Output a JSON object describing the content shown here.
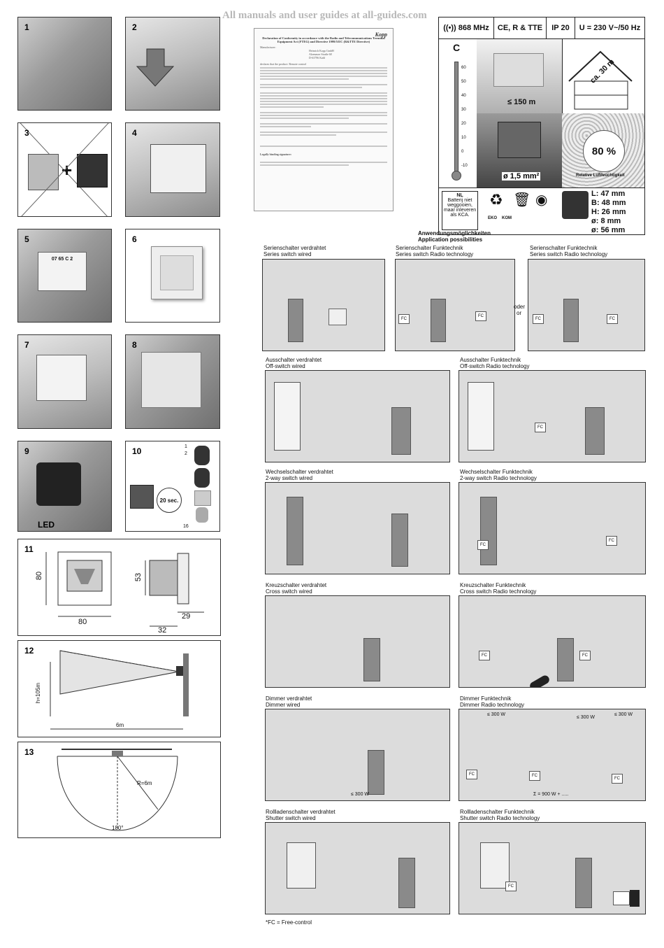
{
  "watermark": "All manuals and user guides at all-guides.com",
  "steps": {
    "s1": "1",
    "s2": "2",
    "s3": "3",
    "s4": "4",
    "s5": "5",
    "s6": "6",
    "s7": "7",
    "s8": "8",
    "s9": "9",
    "s10": "10",
    "s11": "11",
    "s12": "12",
    "s13": "13"
  },
  "photos": {
    "s5_code": "07 65 C 2",
    "s9_led": "LED",
    "s10_time": "20 sec.",
    "s10_first": "1",
    "s10_second": "2",
    "s10_last": "16"
  },
  "diagram11": {
    "d80a": "80",
    "d80b": "80",
    "d53": "53",
    "d29": "29",
    "d32": "32"
  },
  "diagram12": {
    "height": "h=105m",
    "width": "6m"
  },
  "diagram13": {
    "radius": "R=6m",
    "angle": "180°"
  },
  "declaration": {
    "brand": "Kopp",
    "title": "Declaration of Conformity in accordance with the Radio and Telecommunications Terminal Equipment Act (FTEG) and Directive 1999/5/EC (R&TTE Directive)",
    "manufacturer_label": "Manufacturer:",
    "manufacturer": "Heinrich Kopp GmbH",
    "street": "Alzenauer Straße 68",
    "city": "D-63796 Kahl",
    "declares": "declares that the product: Remote control",
    "legal_label": "Legally binding signature:"
  },
  "specs": {
    "freq": "868 MHz",
    "cert": "CE, R & TTE",
    "ip": "IP 20",
    "voltage": "U = 230 V~/50 Hz",
    "temp_unit": "C",
    "temps": [
      "60",
      "50",
      "40",
      "30",
      "20",
      "10",
      "0",
      "-10"
    ],
    "range": "≤ 150 m",
    "range_house": "ca. 30 m",
    "cable": "ø 1,5 mm²",
    "humidity": "80 %",
    "humidity_label": "Relative Luftfeuchtigkeit",
    "battery_note": "Batterij niet weggooien, maar inleveren als KCA.",
    "nl": "NL",
    "eko": "EKO",
    "kom": "KOM",
    "dims": [
      "L: 47 mm",
      "B: 48 mm",
      "H: 26 mm",
      "ø: 8 mm",
      "ø: 56 mm"
    ]
  },
  "app": {
    "title_de": "Anwendungsmöglichkeiten",
    "title_en": "Application possibilities",
    "oder": "oder",
    "or": "or",
    "fc": "FC",
    "power300": "≤ 300 W",
    "power_sum": "Σ = 900 W + ....."
  },
  "panels": [
    {
      "de": "Serienschalter verdrahtet",
      "en": "Series switch wired"
    },
    {
      "de": "Serienschalter Funktechnik",
      "en": "Series switch Radio technology"
    },
    {
      "de": "Serienschalter Funktechnik",
      "en": "Series switch Radio technology"
    },
    {
      "de": "Ausschalter verdrahtet",
      "en": "Off-switch wired"
    },
    {
      "de": "Ausschalter Funktechnik",
      "en": "Off-switch Radio technology"
    },
    {
      "de": "Wechselschalter verdrahtet",
      "en": "2-way switch wired"
    },
    {
      "de": "Wechselschalter Funktechnik",
      "en": "2-way switch Radio technology"
    },
    {
      "de": "Kreuzschalter verdrahtet",
      "en": "Cross switch wired"
    },
    {
      "de": "Kreuzschalter Funktechnik",
      "en": "Cross switch Radio technology"
    },
    {
      "de": "Dimmer verdrahtet",
      "en": "Dimmer wired"
    },
    {
      "de": "Dimmer Funktechnik",
      "en": "Dimmer Radio technology"
    },
    {
      "de": "Rollladenschalter verdrahtet",
      "en": "Shutter switch wired"
    },
    {
      "de": "Rollladenschalter Funktechnik",
      "en": "Shutter switch Radio technology"
    }
  ],
  "footnote": "*FC = Free-control"
}
